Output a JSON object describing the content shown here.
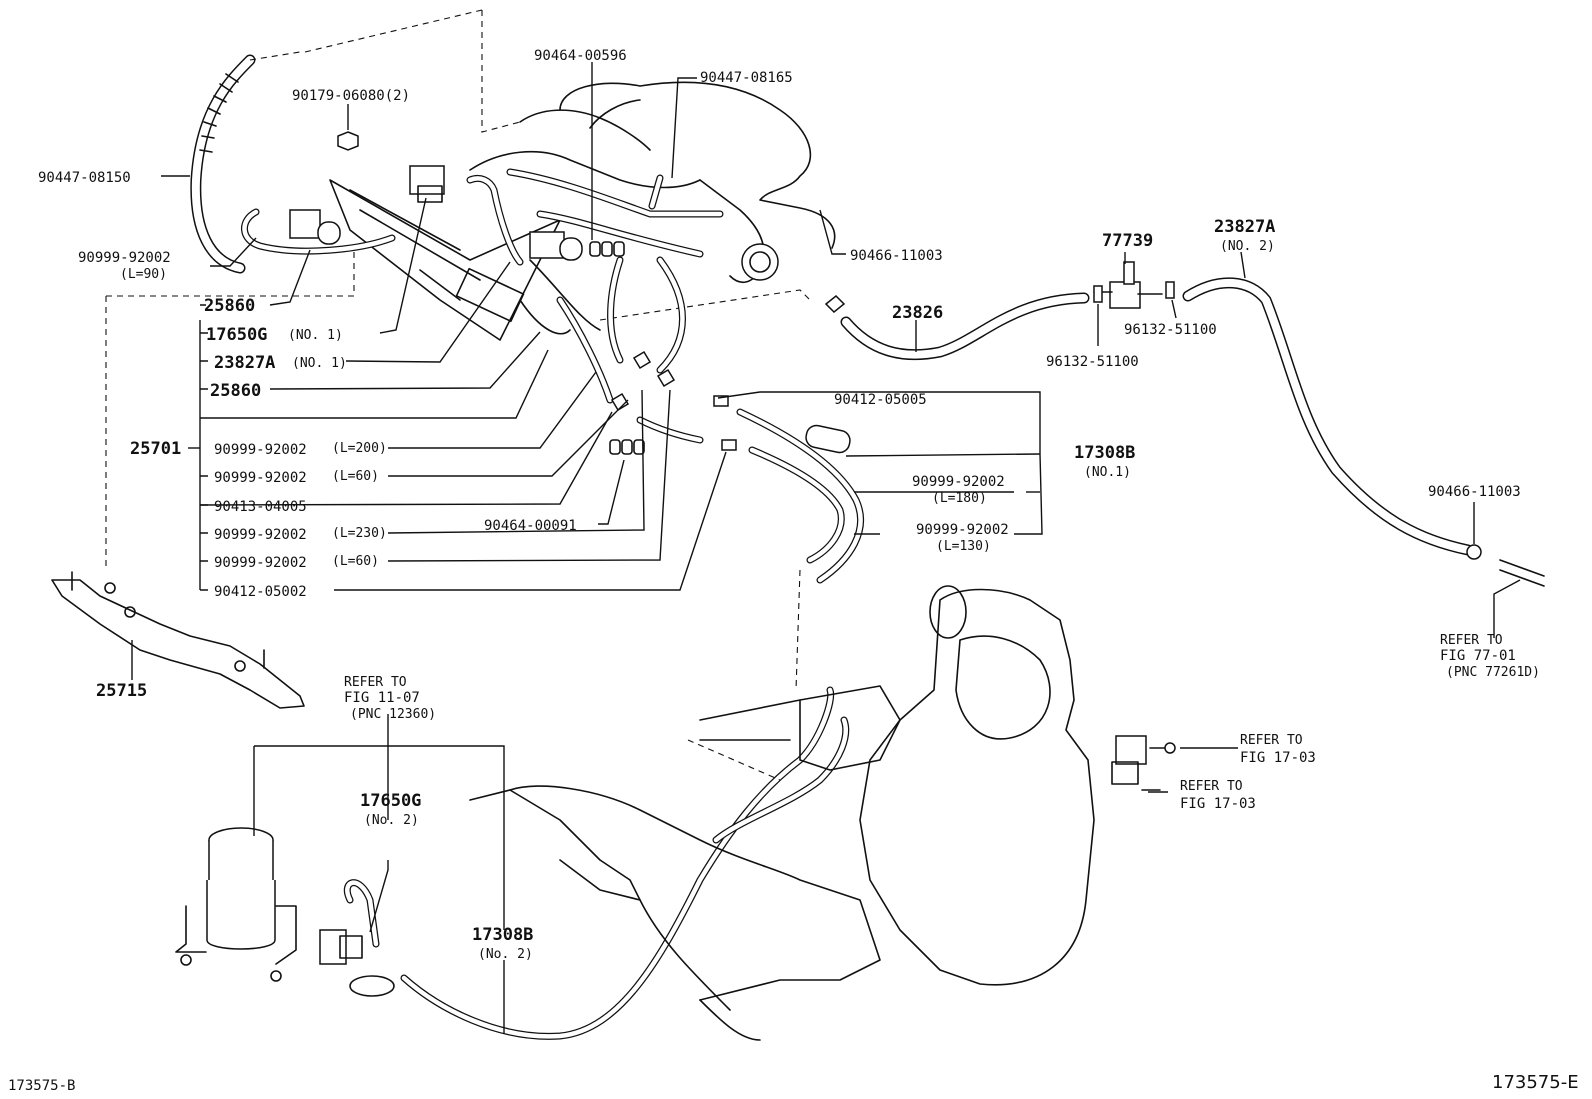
{
  "labels": {
    "p_90447_08150": "90447-08150",
    "p_90179_06080": "90179-06080(2)",
    "p_90464_00596": "90464-00596",
    "p_90447_08165": "90447-08165",
    "p_90999_92002_l90": "90999-92002",
    "p_l90": "(L=90)",
    "p_25860_a": "25860",
    "p_17650g_no1": "17650G",
    "p_no1_a": "(NO. 1)",
    "p_23827a_no1": "23827A",
    "p_no1_b": "(NO. 1)",
    "p_25860_b": "25860",
    "p_25701": "25701",
    "p_90999_l200": "90999-92002",
    "p_l200": "(L=200)",
    "p_90999_l60a": "90999-92002",
    "p_l60a": "(L=60)",
    "p_90413_04005": "90413-04005",
    "p_90464_00091": "90464-00091",
    "p_90999_l230": "90999-92002",
    "p_l230": "(L=230)",
    "p_90999_l60b": "90999-92002",
    "p_l60b": "(L=60)",
    "p_90412_05002": "90412-05002",
    "p_90466_11003_a": "90466-11003",
    "p_23826": "23826",
    "p_77739": "77739",
    "p_23827a_no2": "23827A",
    "p_no2_a": "(NO. 2)",
    "p_96132_51100_a": "96132-51100",
    "p_96132_51100_b": "96132-51100",
    "p_90412_05005": "90412-05005",
    "p_17308b_no1": "17308B",
    "p_no1_c": "(NO.1)",
    "p_90999_l180": "90999-92002",
    "p_l180": "(L=180)",
    "p_90999_l130": "90999-92002",
    "p_l130": "(L=130)",
    "p_90466_11003_b": "90466-11003",
    "refer_77_a": "REFER TO",
    "refer_77_b": "FIG 77-01",
    "refer_77_c": "(PNC 77261D)",
    "p_25715": "25715",
    "refer_11_a": "REFER TO",
    "refer_11_b": "FIG 11-07",
    "refer_11_c": "(PNC 12360)",
    "p_17650g_no2": "17650G",
    "p_no2_b": "(No. 2)",
    "p_17308b_no2": "17308B",
    "p_no2_c": "(No. 2)",
    "refer_17a_a": "REFER TO",
    "refer_17a_b": "FIG 17-03",
    "refer_17b_a": "REFER TO",
    "refer_17b_b": "FIG 17-03",
    "code_left": "173575-B",
    "code_right": "173575-E"
  }
}
